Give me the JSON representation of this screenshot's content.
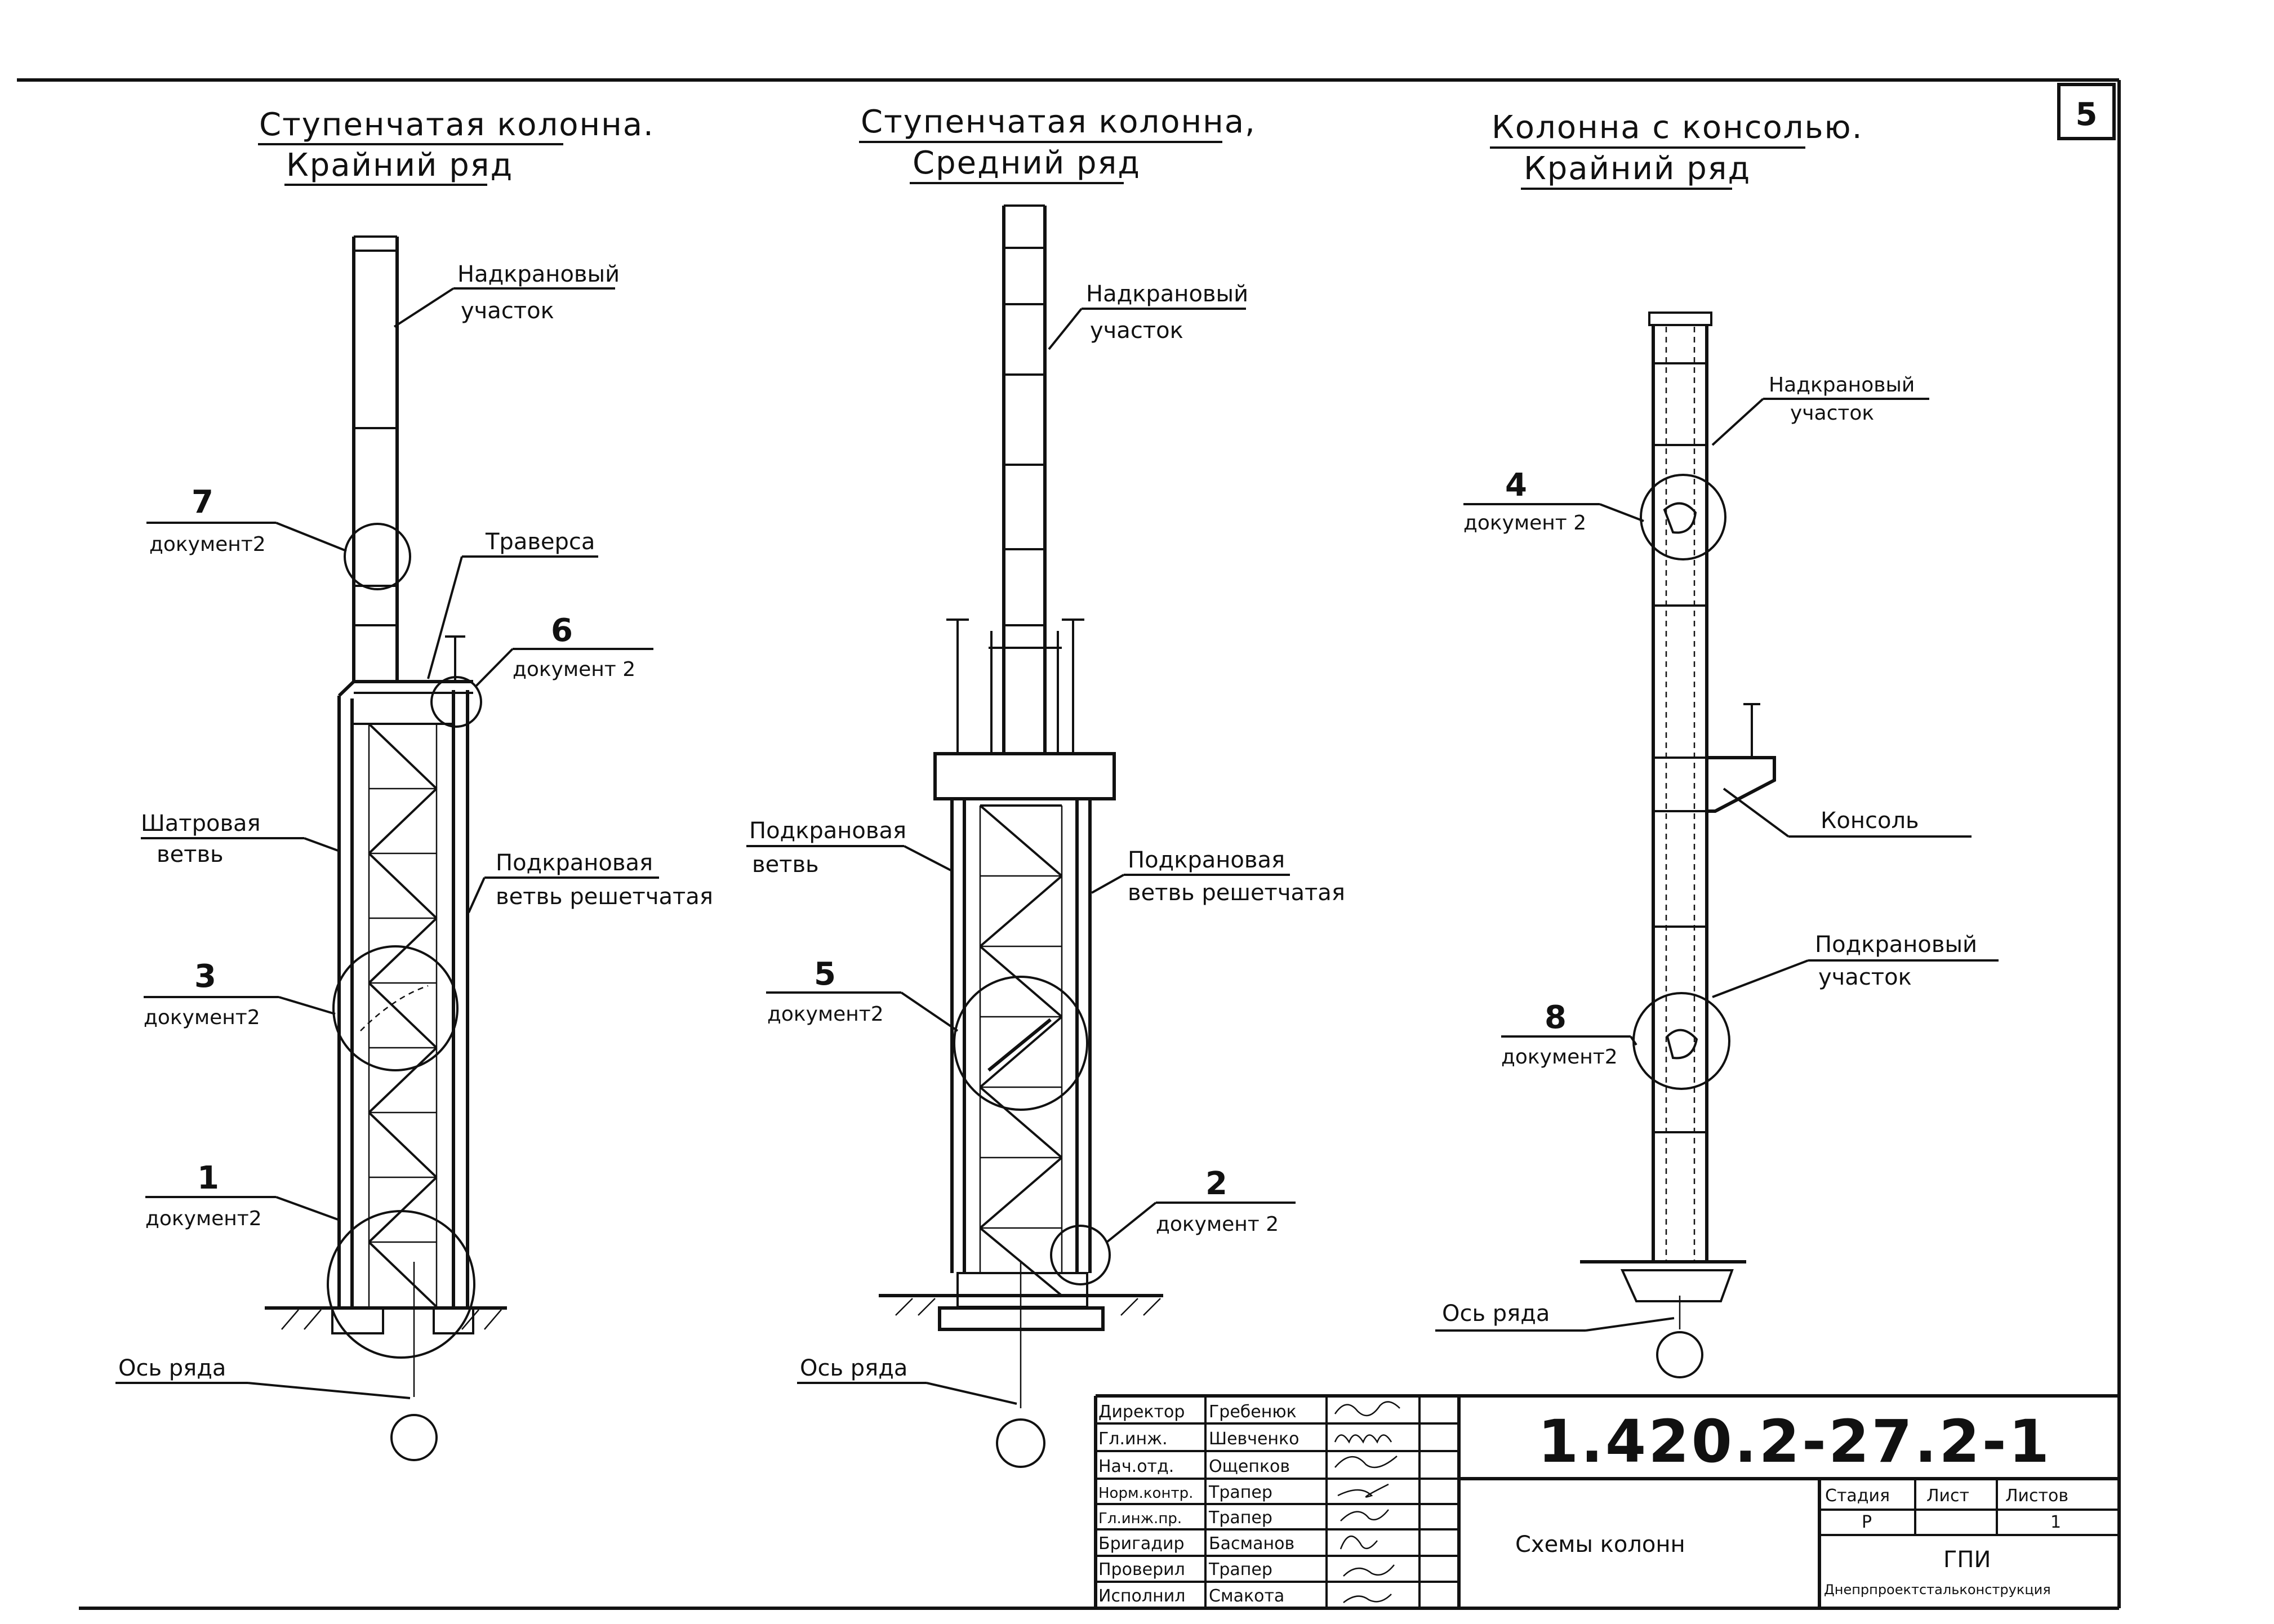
{
  "sheet_number": "5",
  "columns": [
    {
      "title_line1": "Ступенчатая колонна.",
      "title_line2": "Крайний ряд",
      "labels": {
        "upper": [
          "Надкрановый",
          "участок"
        ],
        "traverse": "Траверса",
        "left_branch": [
          "Шатровая",
          "ветвь"
        ],
        "right_branch": [
          "Подкрановая",
          "ветвь решетчатая"
        ],
        "axis": "Ось ряда"
      },
      "callouts": [
        {
          "num": "7",
          "doc": "документ2"
        },
        {
          "num": "6",
          "doc": "документ 2"
        },
        {
          "num": "3",
          "doc": "документ2"
        },
        {
          "num": "1",
          "doc": "документ2"
        }
      ]
    },
    {
      "title_line1": "Ступенчатая колонна,",
      "title_line2": "Средний ряд",
      "labels": {
        "upper": [
          "Надкрановый",
          "участок"
        ],
        "left_branch": [
          "Подкрановая",
          "ветвь"
        ],
        "right_branch": [
          "Подкрановая",
          "ветвь решетчатая"
        ],
        "axis": "Ось ряда"
      },
      "callouts": [
        {
          "num": "5",
          "doc": "документ2"
        },
        {
          "num": "2",
          "doc": "документ 2"
        }
      ]
    },
    {
      "title_line1": "Колонна с консолью.",
      "title_line2": "Крайний ряд",
      "labels": {
        "upper": [
          "Надкрановый",
          "участок"
        ],
        "console": "Консоль",
        "lower": [
          "Подкрановый",
          "участок"
        ],
        "axis": "Ось ряда"
      },
      "callouts": [
        {
          "num": "4",
          "doc": "документ 2"
        },
        {
          "num": "8",
          "doc": "документ2"
        }
      ]
    }
  ],
  "title_block": {
    "roles": [
      "Директор",
      "Гл.инж.",
      "Нач.отд.",
      "Норм.контр.",
      "Гл.инж.пр.",
      "Бригадир",
      "Проверил",
      "Исполнил"
    ],
    "names": [
      "Гребенюк",
      "Шевченко",
      "Ощепков",
      "Трапер",
      "Трапер",
      "Басманов",
      "Трапер",
      "Смакота"
    ],
    "code": "1.420.2-27.2-1",
    "drawing_title": "Схемы колонн",
    "stage_label": "Стадия",
    "sheet_label": "Лист",
    "sheets_label": "Листов",
    "stage_value": "Р",
    "sheet_value": "",
    "sheets_value": "1",
    "org_short": "ГПИ",
    "org_full": "Днепрпроектстальконструкция"
  }
}
